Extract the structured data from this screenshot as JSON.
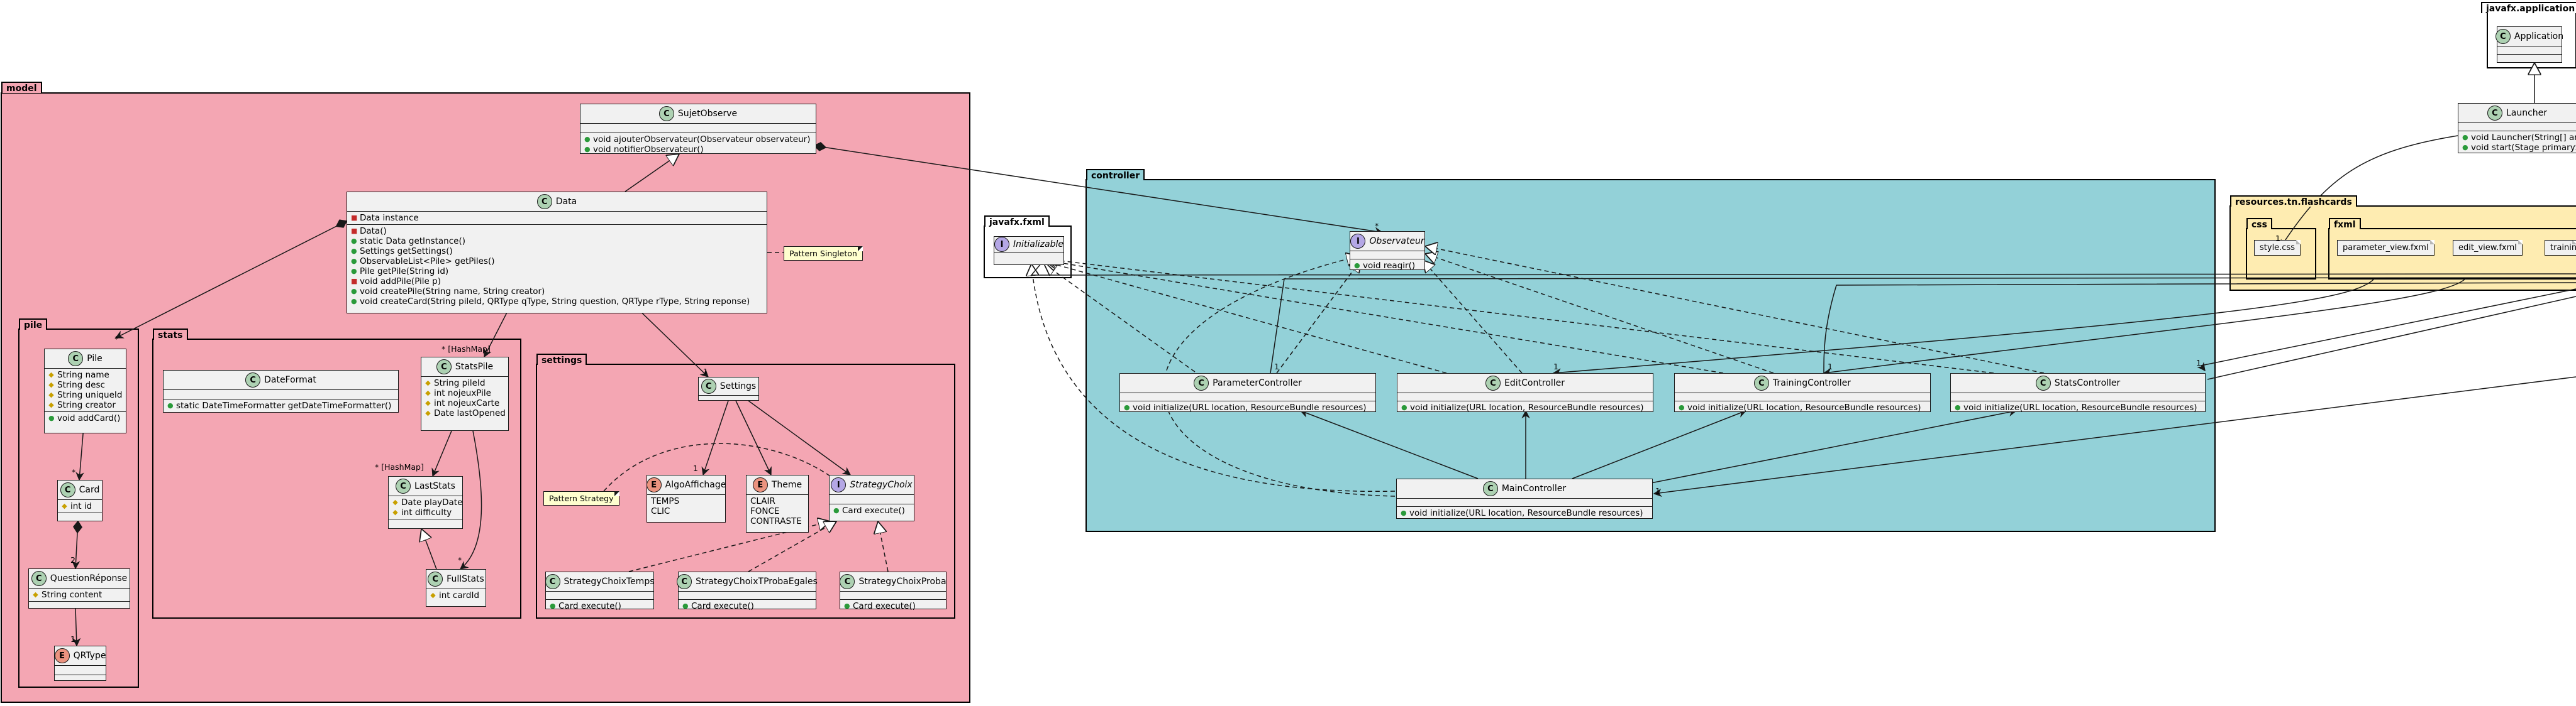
{
  "packages": {
    "model": "model",
    "pile": "pile",
    "stats": "stats",
    "settings": "settings",
    "javafx_fxml": "javafx.fxml",
    "controller": "controller",
    "javafx_application": "javafx.application",
    "resources": "resources.tn.flashcards",
    "css": "css",
    "fxml": "fxml"
  },
  "colors": {
    "model_bg": "#f4a6b3",
    "controller_bg": "#93d1d8",
    "resources_bg": "#feecb1",
    "class_bg": "#f1f1f1"
  },
  "classes": {
    "SujetObserve": {
      "name": "SujetObserve",
      "kind": "C",
      "members": [
        [
          "+",
          "void ajouterObservateur(Observateur observateur)"
        ],
        [
          "+",
          "void notifierObservateur()"
        ]
      ]
    },
    "Data": {
      "name": "Data",
      "kind": "C",
      "fields": [
        [
          "-",
          "Data instance"
        ]
      ],
      "methods": [
        [
          "-",
          "Data()"
        ],
        [
          "+",
          "static Data getInstance()"
        ],
        [
          "+",
          "Settings getSettings()"
        ],
        [
          "+",
          "ObservableList<Pile> getPiles()"
        ],
        [
          "+",
          "Pile getPile(String id)"
        ],
        [
          "-",
          "void addPile(Pile p)"
        ],
        [
          "+",
          "void createPile(String name, String creator)"
        ],
        [
          "+",
          "void createCard(String pileId, QRType qType, String question, QRType rType, String reponse)"
        ]
      ]
    },
    "Pile": {
      "name": "Pile",
      "kind": "C",
      "fields": [
        [
          "#",
          "String name"
        ],
        [
          "#",
          "String desc"
        ],
        [
          "#",
          "String uniqueId"
        ],
        [
          "#",
          "String creator"
        ]
      ],
      "methods": [
        [
          "+",
          "void addCard()"
        ]
      ]
    },
    "Card": {
      "name": "Card",
      "kind": "C",
      "fields": [
        [
          "#",
          "int id"
        ]
      ]
    },
    "QuestionReponse": {
      "name": "QuestionRéponse",
      "kind": "C",
      "fields": [
        [
          "#",
          "String content"
        ]
      ]
    },
    "QRType": {
      "name": "QRType",
      "kind": "E"
    },
    "DateFormat": {
      "name": "DateFormat",
      "kind": "C",
      "methods": [
        [
          "+",
          "static DateTimeFormatter getDateTimeFormatter()"
        ]
      ]
    },
    "StatsPile": {
      "name": "StatsPile",
      "kind": "C",
      "fields": [
        [
          "#",
          "String pileId"
        ],
        [
          "#",
          "int nojeuxPile"
        ],
        [
          "#",
          "int nojeuxCarte"
        ],
        [
          "#",
          "Date lastOpened"
        ]
      ]
    },
    "LastStats": {
      "name": "LastStats",
      "kind": "C",
      "fields": [
        [
          "#",
          "Date playDate"
        ],
        [
          "#",
          "int difficulty"
        ]
      ]
    },
    "FullStats": {
      "name": "FullStats",
      "kind": "C",
      "fields": [
        [
          "#",
          "int cardId"
        ]
      ]
    },
    "Settings": {
      "name": "Settings",
      "kind": "C"
    },
    "AlgoAffichage": {
      "name": "AlgoAffichage",
      "kind": "E",
      "values": [
        "TEMPS",
        "CLIC"
      ]
    },
    "Theme": {
      "name": "Theme",
      "kind": "E",
      "values": [
        "CLAIR",
        "FONCE",
        "CONTRASTE"
      ]
    },
    "StrategyChoix": {
      "name": "StrategyChoix",
      "kind": "I",
      "methods": [
        [
          "+",
          "Card execute()"
        ]
      ]
    },
    "StrategyChoixTemps": {
      "name": "StrategyChoixTemps",
      "kind": "C",
      "methods": [
        [
          "+",
          "Card execute()"
        ]
      ]
    },
    "StrategyChoixTProbaEgales": {
      "name": "StrategyChoixTProbaEgales",
      "kind": "C",
      "methods": [
        [
          "+",
          "Card execute()"
        ]
      ]
    },
    "StrategyChoixProba": {
      "name": "StrategyChoixProba",
      "kind": "C",
      "methods": [
        [
          "+",
          "Card execute()"
        ]
      ]
    },
    "Initializable": {
      "name": "Initializable",
      "kind": "I"
    },
    "Observateur": {
      "name": "Observateur",
      "kind": "I",
      "methods": [
        [
          "+",
          "void reagir()"
        ]
      ]
    },
    "ParameterController": {
      "name": "ParameterController",
      "kind": "C",
      "methods": [
        [
          "+",
          "void initialize(URL location, ResourceBundle resources)"
        ]
      ]
    },
    "EditController": {
      "name": "EditController",
      "kind": "C",
      "methods": [
        [
          "+",
          "void initialize(URL location, ResourceBundle resources)"
        ]
      ]
    },
    "TrainingController": {
      "name": "TrainingController",
      "kind": "C",
      "methods": [
        [
          "+",
          "void initialize(URL location, ResourceBundle resources)"
        ]
      ]
    },
    "StatsController": {
      "name": "StatsController",
      "kind": "C",
      "methods": [
        [
          "+",
          "void initialize(URL location, ResourceBundle resources)"
        ]
      ]
    },
    "MainController": {
      "name": "MainController",
      "kind": "C",
      "methods": [
        [
          "+",
          "void initialize(URL location, ResourceBundle resources)"
        ]
      ]
    },
    "Application": {
      "name": "Application",
      "kind": "C"
    },
    "Launcher": {
      "name": "Launcher",
      "kind": "C",
      "methods": [
        [
          "+",
          "void Launcher(String[] ar"
        ],
        [
          "+",
          "void start(Stage primaryS"
        ]
      ]
    }
  },
  "notes": {
    "singleton": "Pattern Singleton",
    "strategy": "Pattern Strategy"
  },
  "files": {
    "style": "style.css",
    "parameter_view": "parameter_view.fxml",
    "edit_view": "edit_view.fxml",
    "trainin": "trainin"
  },
  "multiplicities": {
    "data_pile": "*",
    "data_statspile": "* [HashMap]",
    "data_settings": "1",
    "statspile_laststats": "* [HashMap]",
    "statspile_fullstats": "*",
    "pile_card": "*",
    "card_qr": "2",
    "qr_qrtype": "1",
    "settings_algo": "1",
    "sujet_observateur": "*",
    "param_observateur": "1",
    "edit_from_fxml": "1",
    "training_from_fxml": "1",
    "stats_from_fxml": "1",
    "main_from_app": "1",
    "style_from_launcher": "1"
  }
}
